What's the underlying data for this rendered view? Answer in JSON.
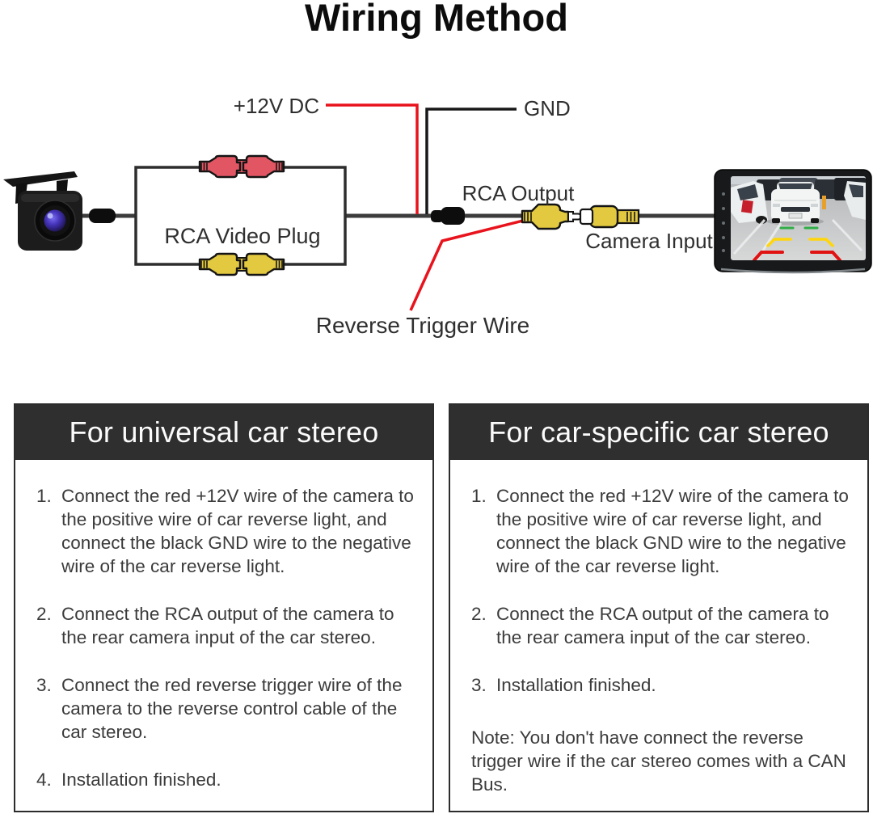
{
  "title": "Wiring Method",
  "diagram": {
    "labels": {
      "power": "+12V DC",
      "ground": "GND",
      "rca_video_plug": "RCA Video Plug",
      "rca_output": "RCA Output",
      "camera_input": "Camera Input",
      "reverse_trigger": "Reverse Trigger Wire"
    },
    "colors": {
      "power_wire": "#e8131c",
      "ground_wire": "#181818",
      "signal_wire": "#3c3c3c",
      "power_connector": "#e25663",
      "video_connector": "#e3c93f",
      "panel_header_bg": "#2f2f2f"
    },
    "icons": [
      "backup-camera-icon",
      "ferrite-bead-icon",
      "red-bullet-connector-pair-icon",
      "yellow-bullet-connector-pair-icon",
      "cable-junction-icon",
      "rca-male-plug-icon",
      "rca-female-jack-icon",
      "car-stereo-display-icon",
      "rear-view-parking-guidelines-icon"
    ]
  },
  "panels": [
    {
      "header": "For universal car stereo",
      "items": [
        {
          "num": "1.",
          "text": "Connect the red +12V wire of the camera to the positive wire of car reverse light, and connect the black GND wire to the negative wire of the car reverse light."
        },
        {
          "num": "2.",
          "text": "Connect the RCA output of the camera to the rear camera input of the car stereo."
        },
        {
          "num": "3.",
          "text": "Connect the red reverse trigger wire of the camera to the reverse control cable of the car stereo."
        },
        {
          "num": "4.",
          "text": "Installation finished."
        }
      ]
    },
    {
      "header": "For car-specific car stereo",
      "items": [
        {
          "num": "1.",
          "text": "Connect the red +12V wire of the camera to the positive wire of car reverse light, and connect the black GND wire to the negative wire of the car reverse light."
        },
        {
          "num": "2.",
          "text": "Connect the RCA output of the camera to the rear camera input of the car stereo."
        },
        {
          "num": "3.",
          "text": "Installation finished."
        }
      ],
      "note": "Note: You don't have connect the reverse trigger wire if the car stereo comes with a CAN Bus."
    }
  ]
}
